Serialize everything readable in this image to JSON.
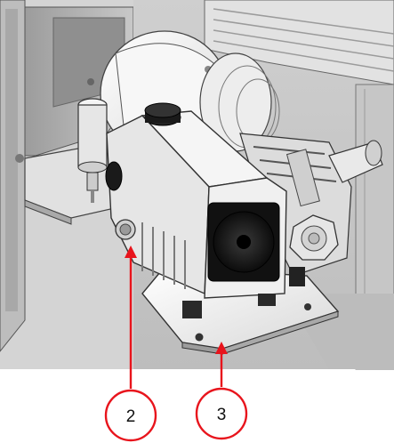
{
  "figure": {
    "callouts": [
      {
        "label": "2",
        "color": "#e8141c"
      },
      {
        "label": "3",
        "color": "#e8141c"
      }
    ]
  },
  "colors": {
    "callout": "#e8141c",
    "housing": "#d6d6d6",
    "housing_dark": "#9a9a9a",
    "motor": "#f3f3f3",
    "pump": "#eeeeee",
    "lens": "#1a1a1a",
    "plate": "#e4e4e4",
    "background": "#ffffff"
  },
  "icons": [
    "vacuum-pump-illustration",
    "drain-plug-icon",
    "mounting-plate-icon"
  ]
}
